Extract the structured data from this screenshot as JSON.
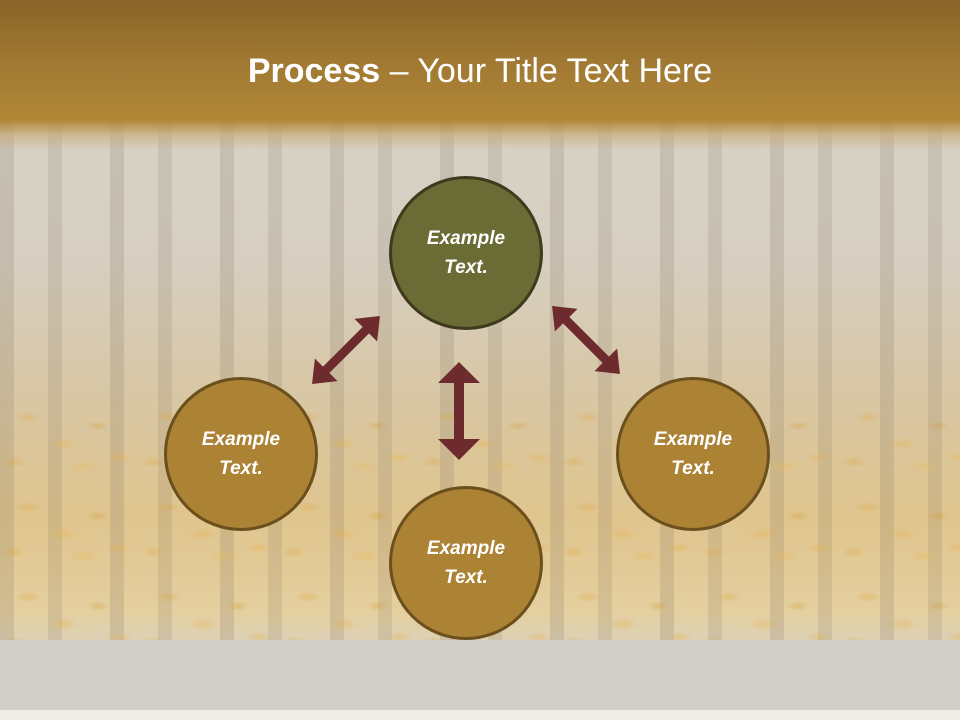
{
  "slide": {
    "title_bold": "Process",
    "title_rest": " – Your Title Text Here"
  },
  "diagram": {
    "nodes": [
      {
        "id": "top",
        "label_line1": "Example",
        "label_line2": "Text.",
        "color": "#6b6b36"
      },
      {
        "id": "left",
        "label_line1": "Example",
        "label_line2": "Text.",
        "color": "#ac8235"
      },
      {
        "id": "right",
        "label_line1": "Example",
        "label_line2": "Text.",
        "color": "#ac8235"
      },
      {
        "id": "bottom",
        "label_line1": "Example",
        "label_line2": "Text.",
        "color": "#ac8235"
      }
    ],
    "arrows": [
      {
        "from": "top",
        "to": "left",
        "type": "double-headed"
      },
      {
        "from": "top",
        "to": "right",
        "type": "double-headed"
      },
      {
        "from": "top",
        "to": "bottom",
        "type": "double-headed"
      }
    ],
    "arrow_color": "#6e2b2e"
  }
}
